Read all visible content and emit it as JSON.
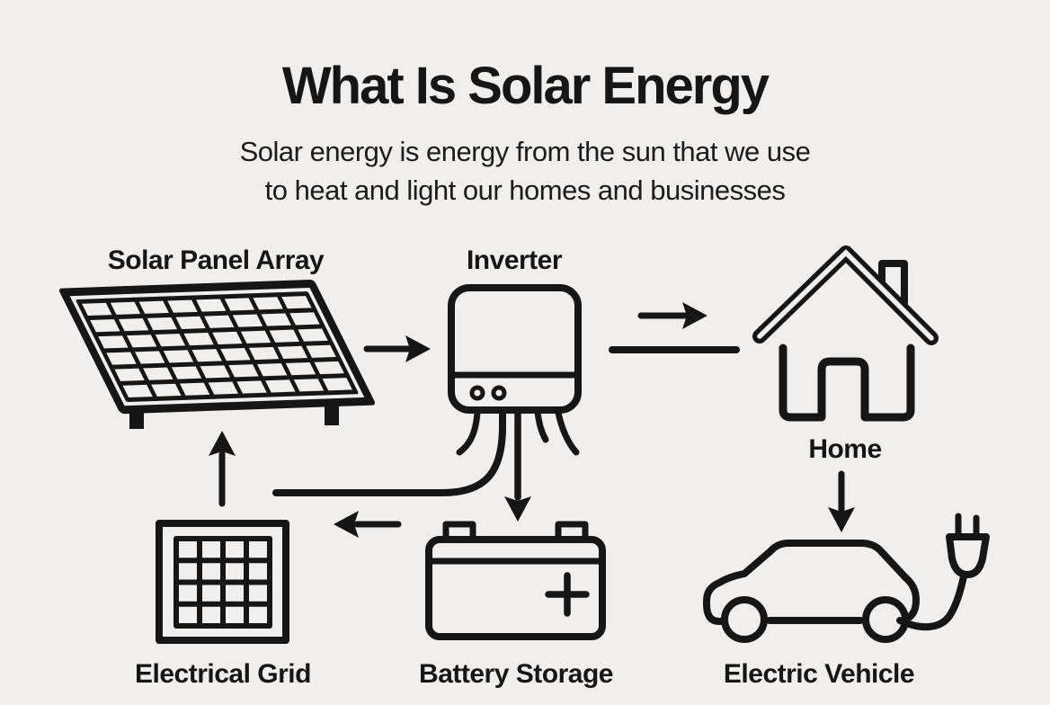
{
  "title": "What Is Solar Energy",
  "subtitle": {
    "line1": "Solar energy is energy from the sun that we use",
    "line2": "to heat and light our homes and businesses"
  },
  "nodes": {
    "solar_panel_array": {
      "label": "Solar Panel Array",
      "icon": "solar-panel-icon"
    },
    "inverter": {
      "label": "Inverter",
      "icon": "inverter-icon"
    },
    "home": {
      "label": "Home",
      "icon": "house-icon"
    },
    "electrical_grid": {
      "label": "Electrical Grid",
      "icon": "grid-icon"
    },
    "battery_storage": {
      "label": "Battery Storage",
      "icon": "battery-icon"
    },
    "electric_vehicle": {
      "label": "Electric Vehicle",
      "icon": "ev-car-icon"
    }
  },
  "connections": [
    {
      "from": "Solar Panel Array",
      "to": "Inverter",
      "style": "arrow-right"
    },
    {
      "from": "Inverter",
      "to": "Home",
      "style": "arrow-right-with-line"
    },
    {
      "from": "Inverter",
      "to": "Battery Storage",
      "style": "arrow-down"
    },
    {
      "from": "Inverter",
      "to": "Electrical Grid",
      "style": "wire-left-then-arrow"
    },
    {
      "from": "Electrical Grid",
      "to": "Solar Panel Array",
      "style": "arrow-up"
    },
    {
      "from": "Home",
      "to": "Electric Vehicle",
      "style": "arrow-down"
    }
  ],
  "colors": {
    "background": "#f0efed",
    "ink": "#161616"
  }
}
